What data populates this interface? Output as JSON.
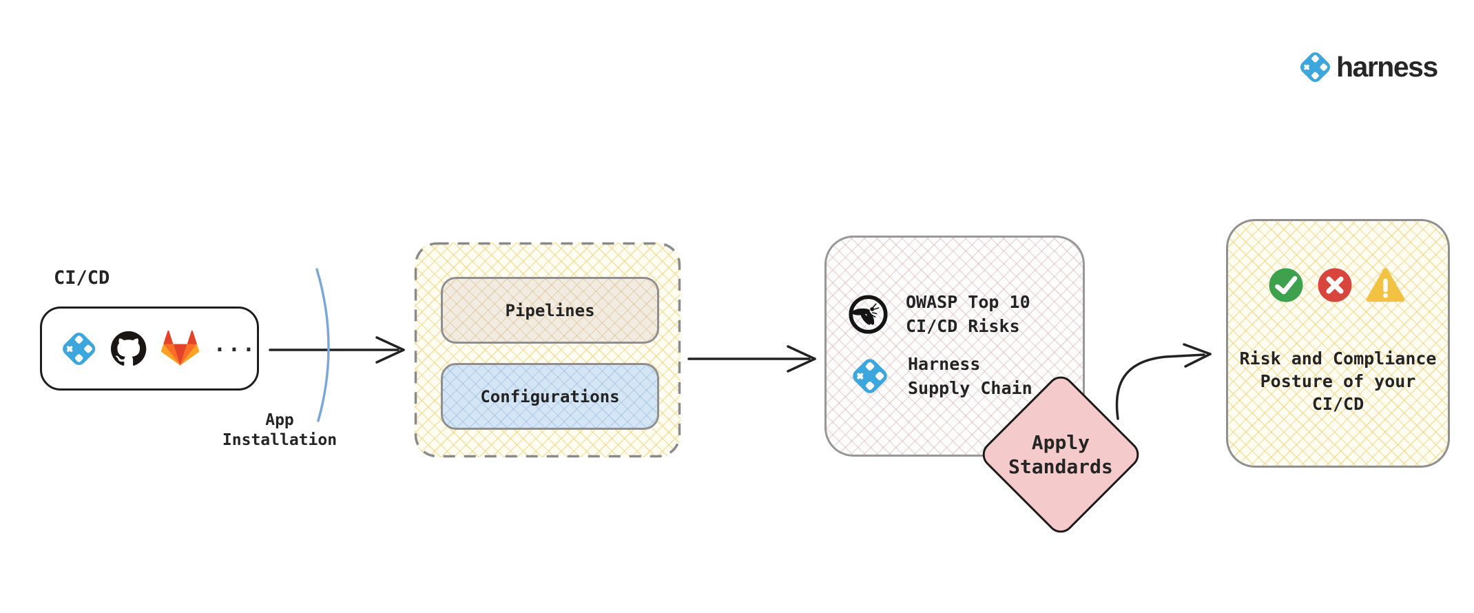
{
  "brand": {
    "name": "harness"
  },
  "source": {
    "title": "CI/CD",
    "tools": [
      "harness",
      "github",
      "gitlab"
    ],
    "more_label": "..."
  },
  "app_installation": {
    "lines": [
      "App",
      "Installation"
    ]
  },
  "ingest": {
    "pipelines_label": "Pipelines",
    "configurations_label": "Configurations"
  },
  "standards": {
    "owasp": {
      "lines": [
        "OWASP Top 10",
        "CI/CD Risks"
      ]
    },
    "harness_supply_chain": {
      "lines": [
        "Harness",
        "Supply Chain"
      ]
    }
  },
  "apply_standards": {
    "lines": [
      "Apply",
      "Standards"
    ]
  },
  "result": {
    "lines": [
      "Risk and Compliance",
      "Posture of your",
      "CI/CD"
    ]
  },
  "colors": {
    "harness_blue": "#3DA6DD",
    "arrow_black": "#222222",
    "installation_curve_blue": "#7AA6D9",
    "diamond_pink": "#F5CACA",
    "success_green": "#3DA14D",
    "error_red": "#D8453C",
    "warning_yellow": "#F2C243",
    "github_black": "#191614",
    "gitlab_orange": "#FC6D26",
    "gitlab_red": "#E24329",
    "gitlab_amber": "#FCA326",
    "hatch_yellow_line": "#EED585",
    "hatch_pink_line": "#CEA8A8",
    "box_border_gray": "#8F8F8F",
    "dashed_border_gray": "#8A8A8A"
  }
}
